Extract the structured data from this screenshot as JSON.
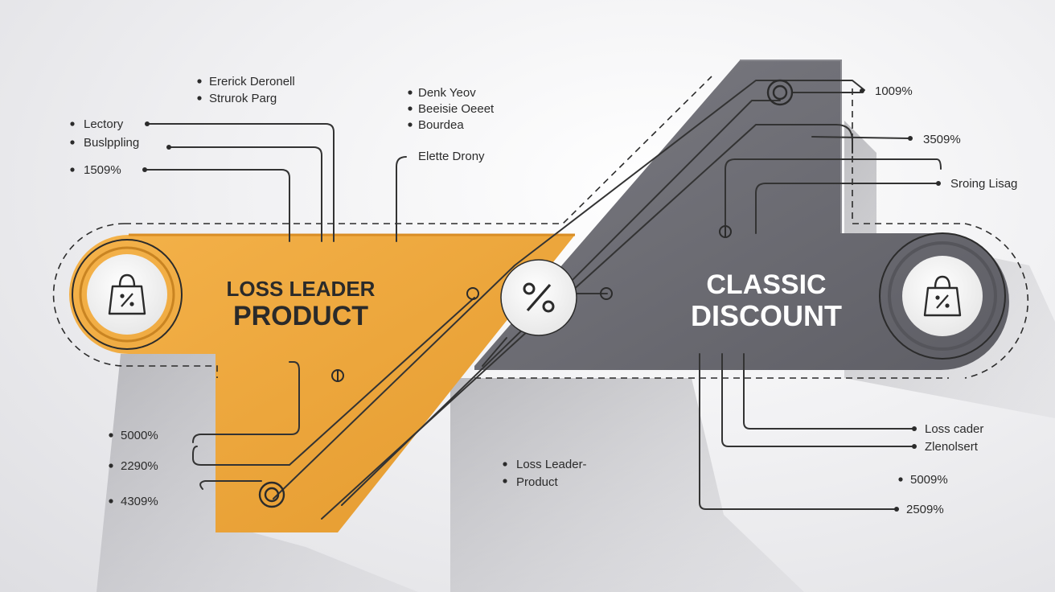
{
  "left_panel": {
    "title_line1": "LOSS LEADER",
    "title_line2": "PRODUCT",
    "color": "#f0aa3a"
  },
  "right_panel": {
    "title_line1": "CLASSIC",
    "title_line2": "DISCOUNT",
    "color": "#6e6e74"
  },
  "icons": {
    "left": "shopping-bag-percent-icon",
    "center": "percent-icon",
    "right": "shopping-bag-percent-icon"
  },
  "labels": {
    "top_center_left": [
      "Ererick Deronell",
      "Strurok Parg"
    ],
    "top_left": [
      "Lectory",
      "Buslppling",
      "1509%"
    ],
    "top_center": [
      "Denk Yeov",
      "Beeisie Oeeet",
      "Bourdea"
    ],
    "top_center_single": "Elette Drony",
    "top_right": [
      "1009%",
      "3509%",
      "Sroing Lisag"
    ],
    "bottom_left": [
      "5000%",
      "2290%",
      "4309%"
    ],
    "bottom_center": [
      "Loss Leader-",
      "Product"
    ],
    "bottom_right": [
      "Loss cader",
      "Zlenolsert",
      "5009%",
      "2509%"
    ]
  }
}
